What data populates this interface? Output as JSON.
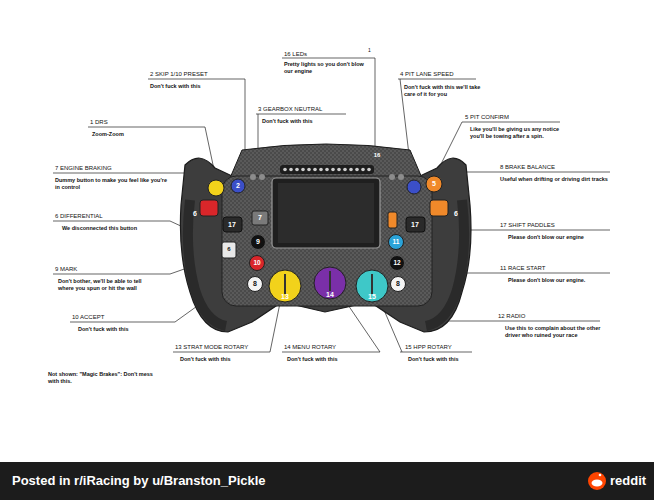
{
  "diagram": {
    "labels": [
      "16 LEDs",
      "Pretty lights so you don't blow our engine",
      "1",
      "2 SKIP 1/10 PRESET",
      "Don't fuck with this",
      "4 PIT LANE SPEED",
      "Don't fuck with this we'll take care of it for you",
      "1 DRS",
      "Zoom-Zoom",
      "3 GEARBOX NEUTRAL",
      "Don't fuck with this",
      "5 PIT CONFIRM",
      "Like you'll be giving us any notice you'll be towing after a spin.",
      "7 ENGINE BRAKING",
      "Dummy button to make you feel like you're in control",
      "8 BRAKE BALANCE",
      "Useful when drifting or driving dirt tracks",
      "6 DIFFERENTIAL",
      "We disconnected this button",
      "17 SHIFT PADDLES",
      "Please don't blow our engine",
      "9 MARK",
      "Don't bother, we'll be able to tell where you spun or hit the wall",
      "11 RACE START",
      "Please don't blow our engine.",
      "12 RADIO",
      "Use this to complain about the other driver who ruined your race",
      "10 ACCEPT",
      "Don't fuck with this",
      "13 STRAT MODE ROTARY",
      "Don't fuck with this",
      "14 MENU ROTARY",
      "Don't fuck with this",
      "15 HPP ROTARY",
      "Don't fuck with this",
      "Not shown:  \"Magic Brakes\":  Don't mess with this.",
      "2",
      "6",
      "7",
      "17",
      "6",
      "9",
      "10",
      "8",
      "13",
      "14",
      "15",
      "5",
      "6",
      "17",
      "11",
      "12",
      "8",
      "16",
      "Posted in r/iRacing by u/Branston_Pickle",
      "reddit"
    ]
  }
}
